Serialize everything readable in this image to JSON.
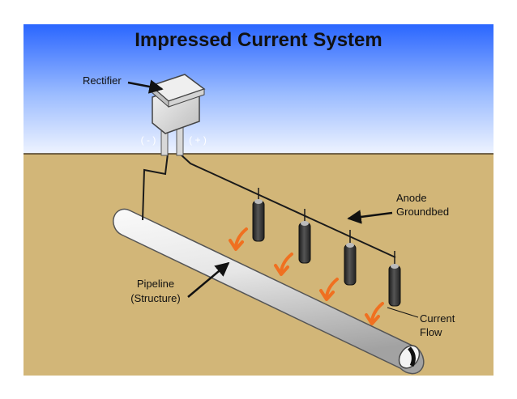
{
  "diagram": {
    "title": "Impressed Current System",
    "labels": {
      "rectifier": "Rectifier",
      "negative_terminal": "( - )",
      "positive_terminal": "( + )",
      "anode_line1": "Anode",
      "anode_line2": "Groundbed",
      "pipeline_line1": "Pipeline",
      "pipeline_line2": "(Structure)",
      "current_line1": "Current",
      "current_line2": "Flow"
    },
    "colors": {
      "sky_top": "#2a66ff",
      "sky_bottom": "#e9f0ff",
      "soil": "#d2b678",
      "arrow_current": "#f07020",
      "pipe_light": "#f2f2f2",
      "pipe_dark": "#9c9c9c",
      "anode": "#3a3a3a"
    },
    "icons": [
      "rectifier-box-icon",
      "anode-rod-icon",
      "current-arrow-icon"
    ]
  }
}
